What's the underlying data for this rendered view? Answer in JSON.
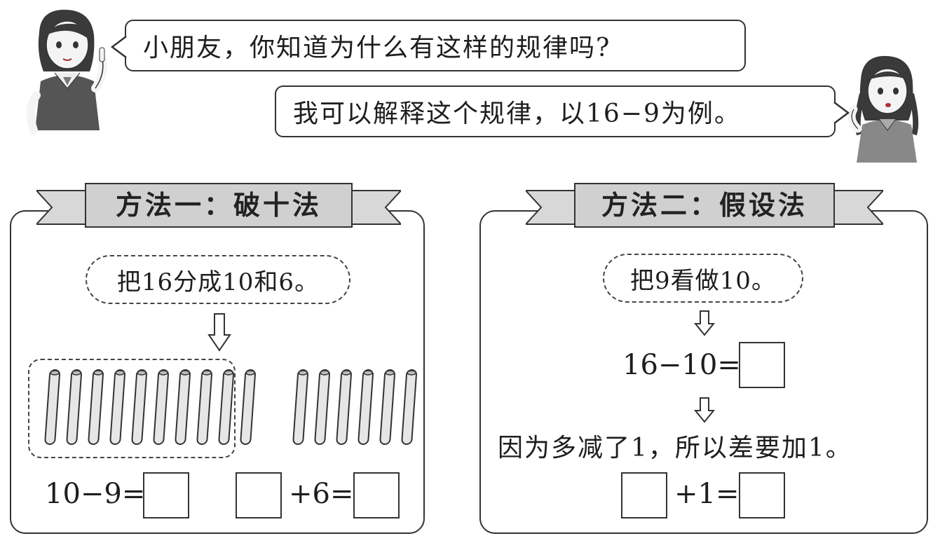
{
  "dialogue": {
    "teacher_question": "小朋友，你知道为什么有这样的规律吗?",
    "student_answer": "我可以解释这个规律，以16−9为例。"
  },
  "method1": {
    "title": "方法一：破十法",
    "step": "把16分成10和6。",
    "sticks_grouped": 9,
    "sticks_left_of_group": 1,
    "sticks_right_group": 6,
    "eq1_left": "10−9=",
    "eq2_right": "+6="
  },
  "method2": {
    "title": "方法二：假设法",
    "step": "把9看做10。",
    "eq1_left": "16−10=",
    "reason": "因为多减了1，所以差要加1。",
    "eq2_mid": "+1="
  }
}
